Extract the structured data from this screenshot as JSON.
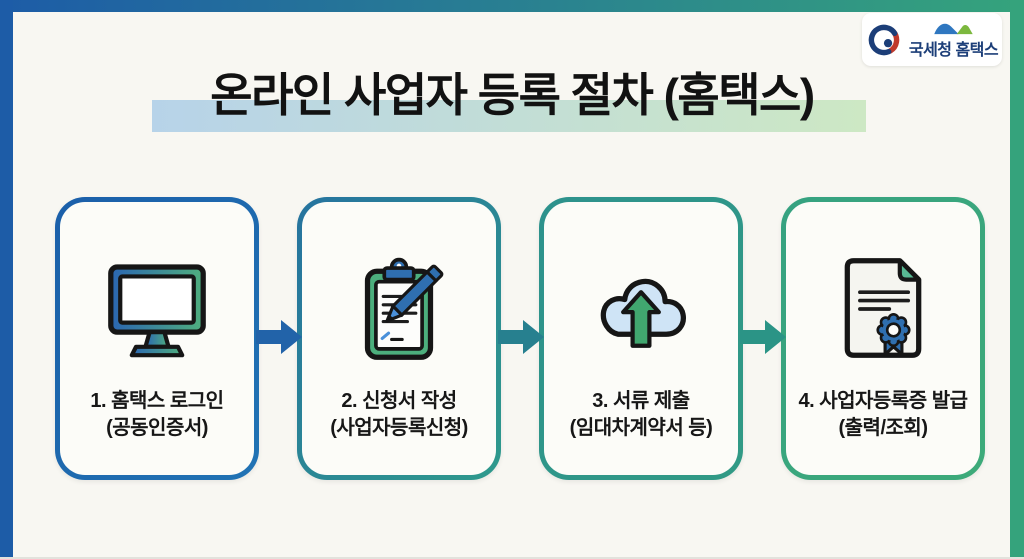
{
  "background": "#f8f7f2",
  "frame": {
    "left_color": "#1d5ca7",
    "right_color": "#35a37c",
    "bottom_line": "#e2e2dc"
  },
  "logo": {
    "label": "국세청 홈택스",
    "text_color": "#1c3e78",
    "taegeuk_red": "#c0392b",
    "taegeuk_navy": "#1c3e78",
    "roof_blue": "#2f77c0",
    "roof_green": "#7cb83e"
  },
  "title": {
    "text": "온라인 사업자 등록 절차 (홈택스)",
    "highlight_from": "#b7d3e9",
    "highlight_to": "#cde8c4"
  },
  "steps": [
    {
      "line1": "1. 홈택스 로그인",
      "line2": "(공동인증서)",
      "icon": "monitor-icon",
      "border_from": "#1b5fa9",
      "border_to": "#2173b4"
    },
    {
      "line1": "2. 신청서 작성",
      "line2": "(사업자등록신청)",
      "icon": "clipboard-pen-icon",
      "border_from": "#26739f",
      "border_to": "#2f9a8c"
    },
    {
      "line1": "3. 서류 제출",
      "line2": "(임대차계약서 등)",
      "icon": "cloud-upload-icon",
      "border_from": "#2d928d",
      "border_to": "#319a85"
    },
    {
      "line1": "4. 사업자등록증 발급",
      "line2": "(출력/조회)",
      "icon": "certificate-icon",
      "border_from": "#36a281",
      "border_to": "#3daa79"
    }
  ],
  "arrows": [
    {
      "color": "#2263a9"
    },
    {
      "color": "#27808f"
    },
    {
      "color": "#2b9486"
    }
  ],
  "icon_colors": {
    "outline": "#161616",
    "monitor_gradient": [
      "#2b66b2",
      "#4fae7e"
    ],
    "clipboard_green": "#4caf7d",
    "clip_blue": "#2f6fb0",
    "pen_blue": "#2f6fb0",
    "cloud_fill": "#cfe4f6",
    "upload_arrow_green": "#41a76f",
    "paper_fill": "#f5f5f0",
    "fold_green": "#58b893",
    "seal_blue": "#2f6fb0"
  }
}
